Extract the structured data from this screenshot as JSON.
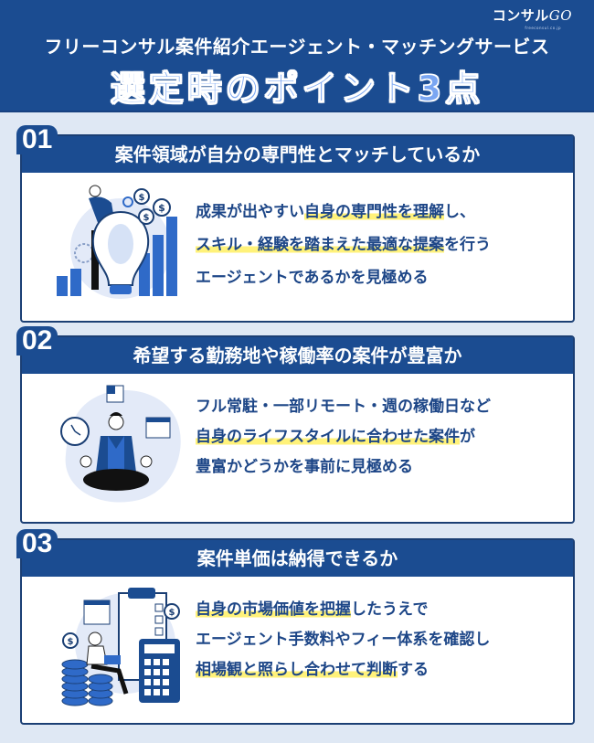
{
  "header": {
    "logo": {
      "text": "コンサル",
      "text_latin": "GO",
      "url": "freeconsul.co.jp"
    },
    "subtitle": "フリーコンサル案件紹介エージェント・マッチングサービス",
    "title": "選定時のポイント3点"
  },
  "colors": {
    "primary": "#1b4c91",
    "background": "#dfe8f4",
    "highlight": "#fff27a",
    "text": "#1d4687",
    "title_fill": "#7aa6f2"
  },
  "points": [
    {
      "number": "01",
      "heading": "案件領域が自分の専門性とマッチしているか",
      "illustration": "lightbulb-growth-chart-icon",
      "lines": [
        {
          "segments": [
            {
              "text": "成果が出やすい",
              "hl": false
            },
            {
              "text": "自身の専門性を理解",
              "hl": true
            },
            {
              "text": "し、",
              "hl": false
            }
          ]
        },
        {
          "segments": [
            {
              "text": "スキル・経験を踏まえた最適な提案",
              "hl": true
            },
            {
              "text": "を行う",
              "hl": false
            }
          ]
        },
        {
          "segments": [
            {
              "text": "エージェントであるかを見極める",
              "hl": false
            }
          ]
        }
      ]
    },
    {
      "number": "02",
      "heading": "希望する勤務地や稼働率の案件が豊富か",
      "illustration": "meditating-person-schedule-icon",
      "lines": [
        {
          "segments": [
            {
              "text": "フル常駐・一部リモート・週の稼働日など",
              "hl": false
            }
          ]
        },
        {
          "segments": [
            {
              "text": "自身のライフスタイルに合わせた案件",
              "hl": true
            },
            {
              "text": "が",
              "hl": false
            }
          ]
        },
        {
          "segments": [
            {
              "text": "豊富かどうかを事前に見極める",
              "hl": false
            }
          ]
        }
      ]
    },
    {
      "number": "03",
      "heading": "案件単価は納得できるか",
      "illustration": "calculator-coins-checklist-icon",
      "lines": [
        {
          "segments": [
            {
              "text": "自身の市場価値を把握",
              "hl": true
            },
            {
              "text": "したうえで",
              "hl": false
            }
          ]
        },
        {
          "segments": [
            {
              "text": "エージェント手数料やフィー体系を確認し",
              "hl": false
            }
          ]
        },
        {
          "segments": [
            {
              "text": "相場観と照らし合わせて判断",
              "hl": true
            },
            {
              "text": "する",
              "hl": false
            }
          ]
        }
      ]
    }
  ]
}
